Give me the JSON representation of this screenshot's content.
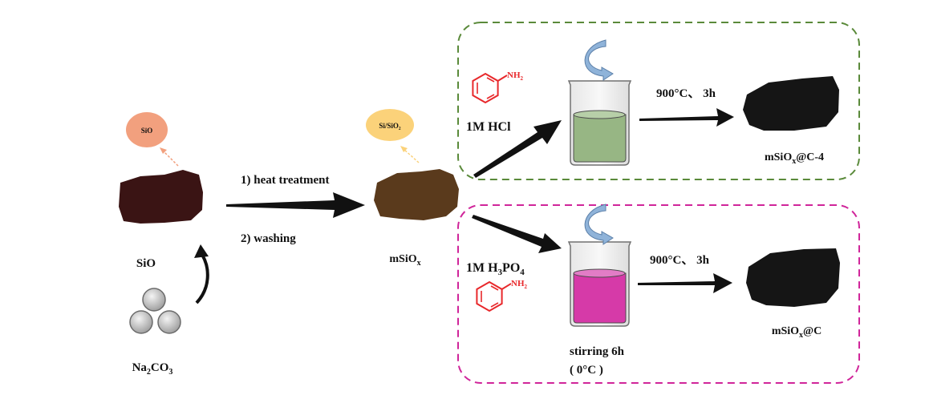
{
  "colors": {
    "sio_rock": "#3a1414",
    "msiox_rock": "#5a3a1c",
    "carbon_rock": "#151515",
    "sio_bubble": "#f2a07e",
    "sio2_bubble": "#fbd27a",
    "green_box": "#5a8a3a",
    "pink_box": "#d0259a",
    "green_solution": "#97b684",
    "pink_solution": "#d63aa8",
    "aniline": "#e8282b",
    "stir_arrow": "#8fb3d9"
  },
  "left": {
    "bubble_label": "SiO",
    "rock_label": "SiO",
    "salt_label_main": "Na",
    "salt_sub1": "2",
    "salt_mid": "CO",
    "salt_sub2": "3"
  },
  "middle": {
    "step1": "1) heat treatment",
    "step2": "2) washing",
    "bubble_label": "Si/SiO₂",
    "product_main": "mSiO",
    "product_sub": "x"
  },
  "top_route": {
    "reagent_group": "NH",
    "reagent_sub": "2",
    "acid": "1M HCl",
    "condition": "900°C、 3h",
    "product_main": "mSiO",
    "product_sub": "x",
    "product_suffix": "@C-4"
  },
  "bottom_route": {
    "acid_main": "1M H",
    "acid_sub1": "3",
    "acid_mid": "PO",
    "acid_sub2": "4",
    "reagent_group": "NH",
    "reagent_sub": "2",
    "stirring": "stirring 6h",
    "temperature": "( 0°C )",
    "condition": "900°C、 3h",
    "product_main": "mSiO",
    "product_sub": "x",
    "product_suffix": "@C"
  }
}
